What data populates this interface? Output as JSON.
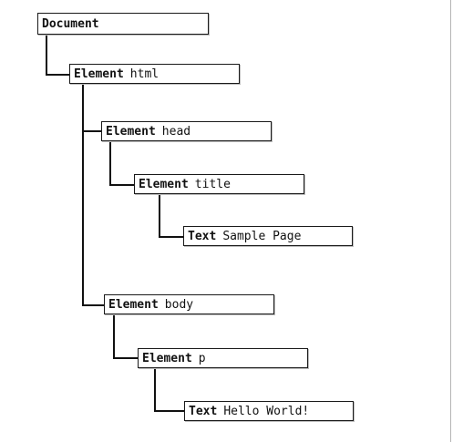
{
  "tree": {
    "document": {
      "kind": "Document",
      "value": ""
    },
    "html": {
      "kind": "Element",
      "value": "html"
    },
    "head": {
      "kind": "Element",
      "value": "head"
    },
    "title": {
      "kind": "Element",
      "value": "title"
    },
    "title_text": {
      "kind": "Text",
      "value": "Sample Page"
    },
    "body": {
      "kind": "Element",
      "value": "body"
    },
    "p": {
      "kind": "Element",
      "value": "p"
    },
    "p_text": {
      "kind": "Text",
      "value": "Hello World!"
    }
  },
  "colors": {
    "line": "#111111",
    "box_border": "#1a1a1a",
    "background": "#ffffff"
  }
}
